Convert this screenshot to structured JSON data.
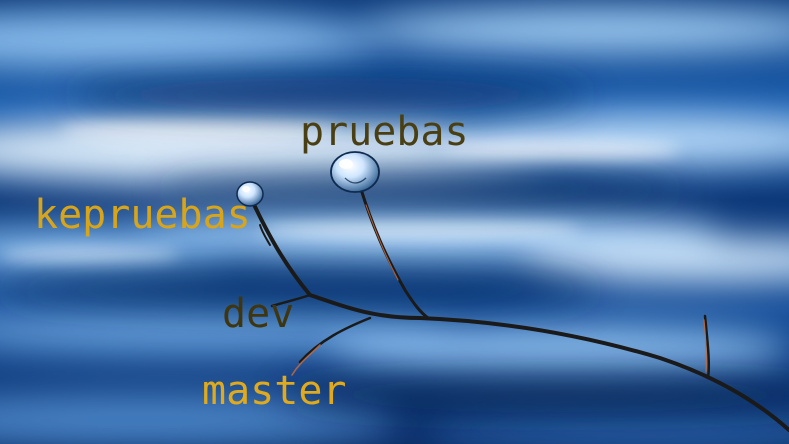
{
  "labels": {
    "pruebas": "pruebas",
    "kepruebas": "kepruebas",
    "dev": "dev",
    "master": "master"
  },
  "colors": {
    "pruebas": "#4a3f12",
    "kepruebas": "#d8a51a",
    "dev": "#3f3610",
    "master": "#e0aa1c"
  }
}
